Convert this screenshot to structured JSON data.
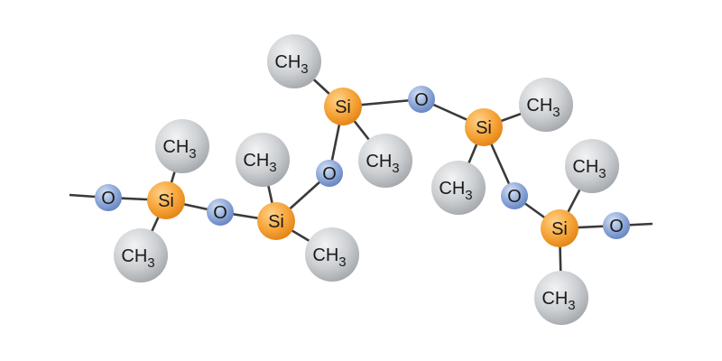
{
  "molecule": {
    "labels": {
      "silicon": "Si",
      "oxygen": "O",
      "methyl_main": "CH",
      "methyl_subscript": "3"
    },
    "colors": {
      "silicon": "#f5a030",
      "oxygen": "#7e9bd0",
      "methyl": "#c8cbce",
      "bond": "#3a3a3a",
      "background": "#ffffff"
    }
  }
}
